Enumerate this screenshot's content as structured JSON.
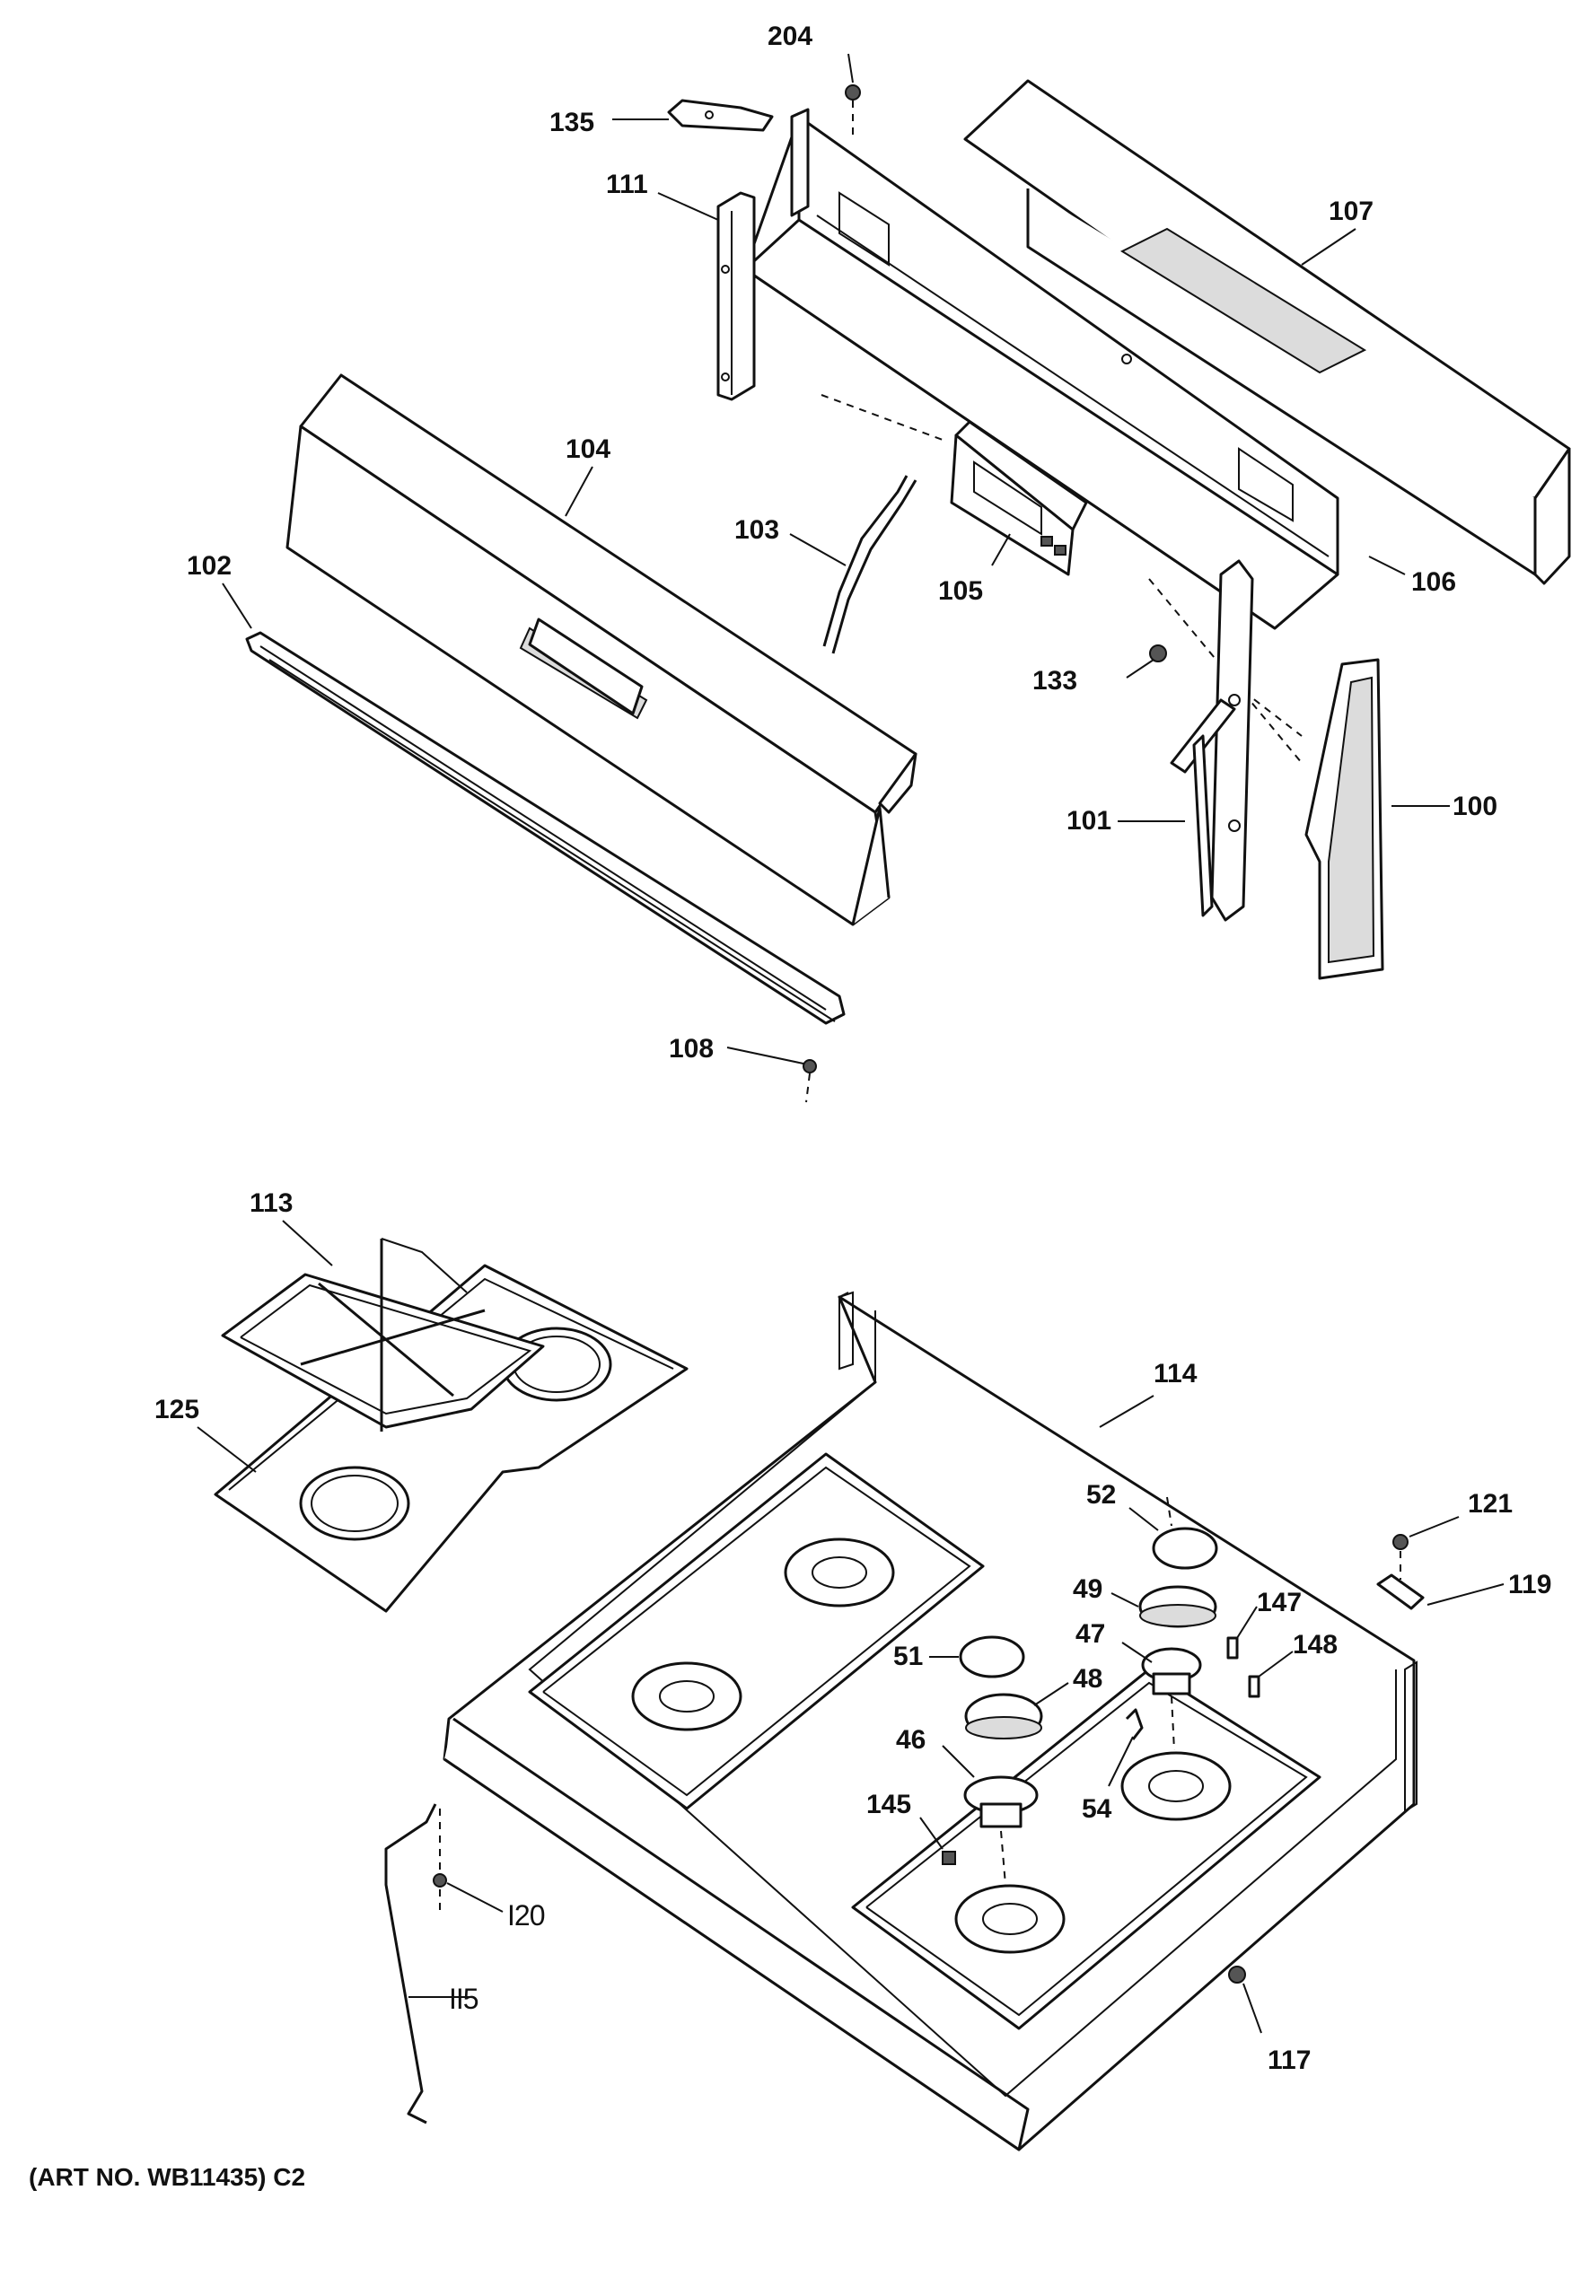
{
  "labels": {
    "p204": "204",
    "p135": "135",
    "p111": "111",
    "p107": "107",
    "p104": "104",
    "p103": "103",
    "p102": "102",
    "p105": "105",
    "p106": "106",
    "p133": "133",
    "p101": "101",
    "p100": "100",
    "p108": "108",
    "p113": "113",
    "p114": "114",
    "p125": "125",
    "p52": "52",
    "p121": "121",
    "p49": "49",
    "p147": "147",
    "p119": "119",
    "p47": "47",
    "p148": "148",
    "p51": "51",
    "p48": "48",
    "p46": "46",
    "p145": "145",
    "p54": "54",
    "p120": "I20",
    "p115": "II5",
    "p117": "117"
  },
  "footer": {
    "art_number": "(ART NO. WB11435) C2"
  }
}
